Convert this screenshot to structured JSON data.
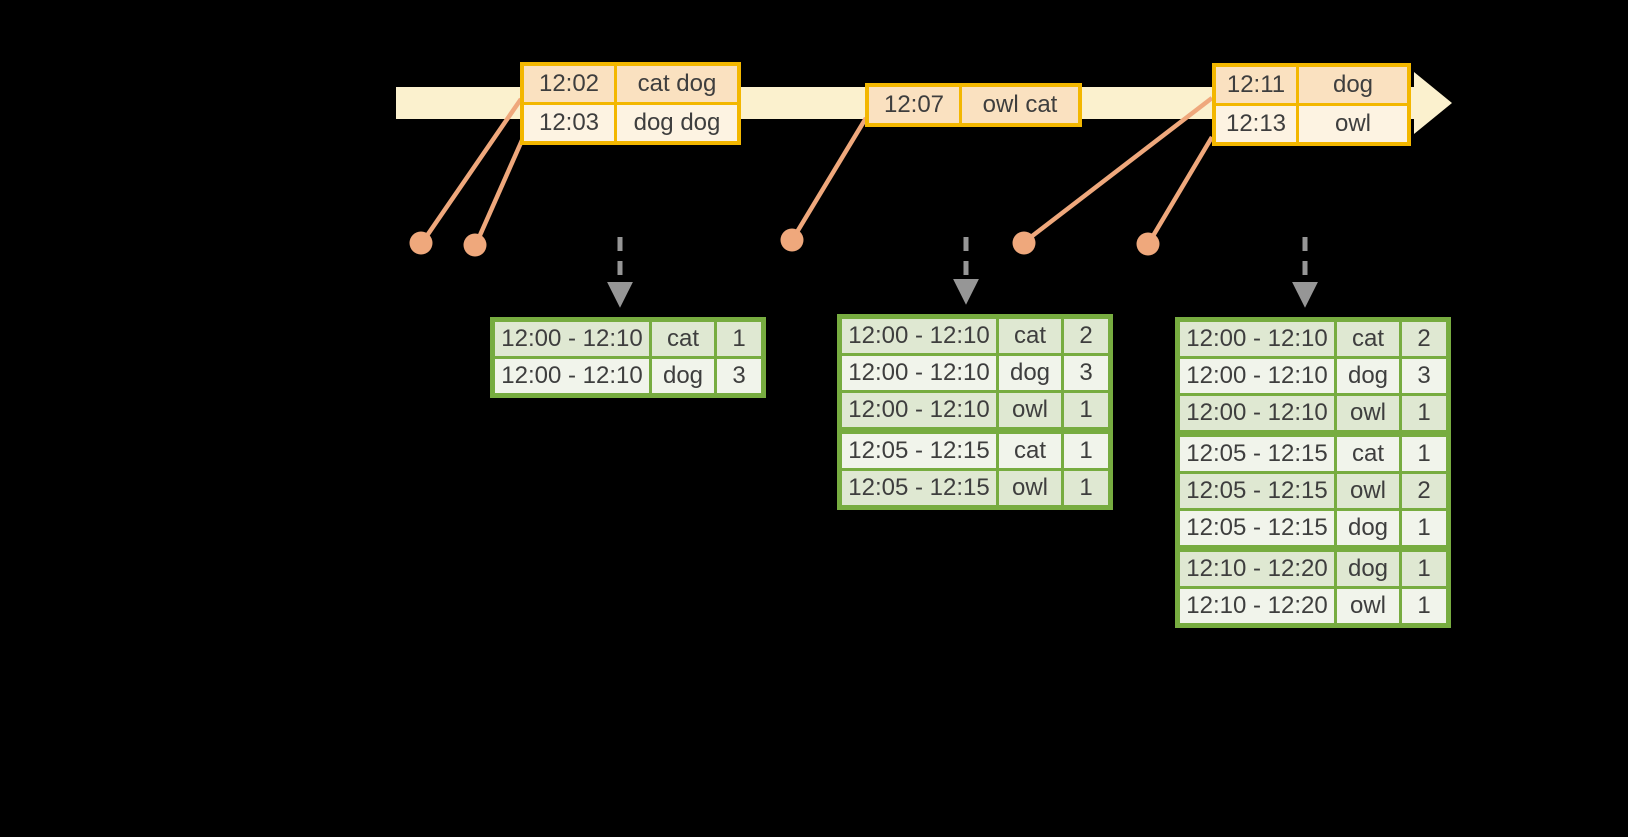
{
  "background": "#000000",
  "colors": {
    "timeline_fill": "#FBF1CE",
    "event_table_border": "#F3B700",
    "event_row_dark": "#FAE1C0",
    "event_row_light": "#FDF3E2",
    "connector_salmon": "#EFA87C",
    "trigger_arrow_gray": "#969696",
    "result_table_border": "#77AC40",
    "result_row_dark": "#DFE8D2",
    "result_row_light": "#F1F4EB",
    "table_text": "#3E3E3E"
  },
  "timeline": {
    "event_tables": [
      {
        "rows": [
          {
            "time": "12:02",
            "words": "cat dog"
          },
          {
            "time": "12:03",
            "words": "dog dog"
          }
        ]
      },
      {
        "rows": [
          {
            "time": "12:07",
            "words": "owl cat"
          }
        ]
      },
      {
        "rows": [
          {
            "time": "12:11",
            "words": "dog"
          },
          {
            "time": "12:13",
            "words": "owl"
          }
        ]
      }
    ]
  },
  "result_tables": [
    {
      "groups": [
        {
          "window": "12:00 - 12:10",
          "rows": [
            {
              "word": "cat",
              "count": "1"
            },
            {
              "word": "dog",
              "count": "3"
            }
          ]
        }
      ]
    },
    {
      "groups": [
        {
          "window": "12:00 - 12:10",
          "rows": [
            {
              "word": "cat",
              "count": "2"
            },
            {
              "word": "dog",
              "count": "3"
            },
            {
              "word": "owl",
              "count": "1"
            }
          ]
        },
        {
          "window": "12:05 - 12:15",
          "rows": [
            {
              "word": "cat",
              "count": "1"
            },
            {
              "word": "owl",
              "count": "1"
            }
          ]
        }
      ]
    },
    {
      "groups": [
        {
          "window": "12:00 - 12:10",
          "rows": [
            {
              "word": "cat",
              "count": "2"
            },
            {
              "word": "dog",
              "count": "3"
            },
            {
              "word": "owl",
              "count": "1"
            }
          ]
        },
        {
          "window": "12:05 - 12:15",
          "rows": [
            {
              "word": "cat",
              "count": "1"
            },
            {
              "word": "owl",
              "count": "2"
            },
            {
              "word": "dog",
              "count": "1"
            }
          ]
        },
        {
          "window": "12:10 - 12:20",
          "rows": [
            {
              "word": "dog",
              "count": "1"
            },
            {
              "word": "owl",
              "count": "1"
            }
          ]
        }
      ]
    }
  ]
}
